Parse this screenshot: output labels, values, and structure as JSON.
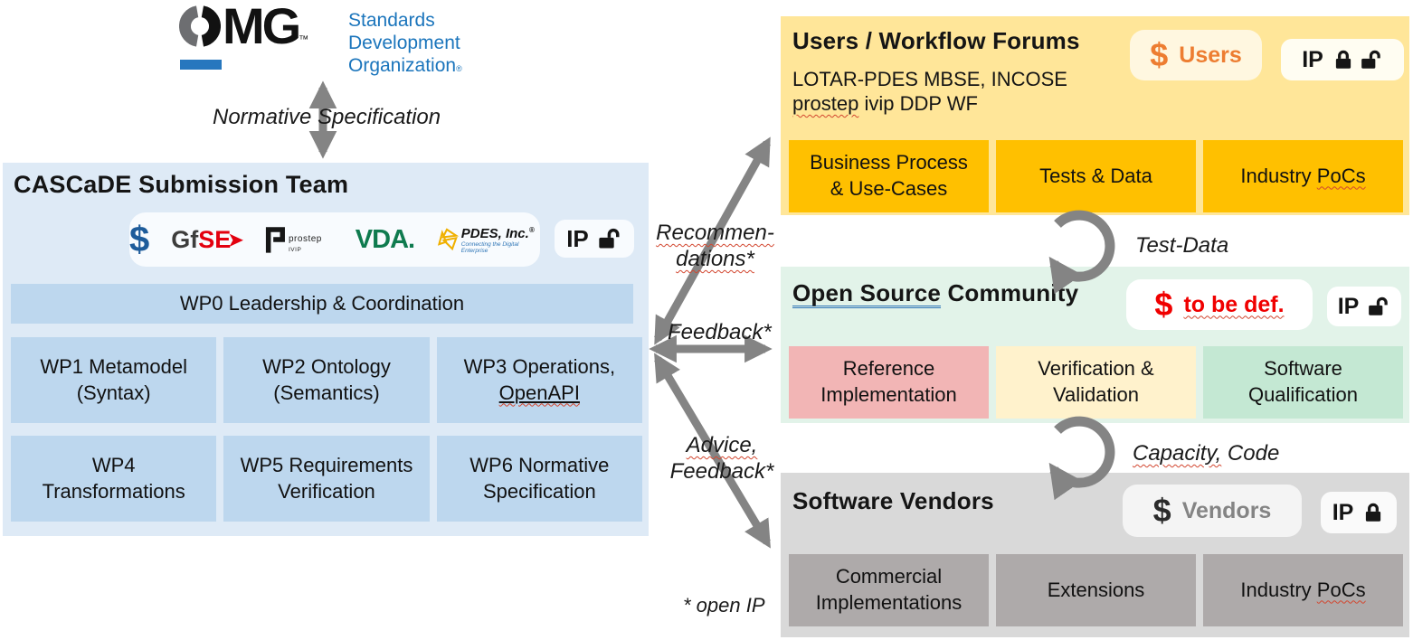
{
  "colors": {
    "cascade_bg": "#DEEAF6",
    "wp_bg": "#BDD7EE",
    "users_bg": "#FFE699",
    "users_sub_bg": "#FFC000",
    "open_source_bg": "#E2F3E9",
    "reference_pink": "#F2B5B5",
    "verification_yellow": "#FFF2CC",
    "qualification_green": "#C4E8D3",
    "vendors_bg": "#D9D9D9",
    "vendors_sub_bg": "#AEAAAA",
    "arrow_gray": "#848484",
    "users_orange": "#ED7D31",
    "funding_red": "#FF0000",
    "omg_blue": "#1B75BC",
    "cascade_dollar_blue": "#1E5C9B",
    "vda_green": "#0F7B4F",
    "gfse_red": "#E3000F"
  },
  "omg": {
    "wordmark_mg": "MG",
    "tm": "™",
    "subtitle_line1": "Standards",
    "subtitle_line2": "Development",
    "subtitle_line3": "Organization",
    "reg": "®"
  },
  "connections": {
    "normative": "Normative Specification",
    "recommendations_line1": "Recommen-",
    "recommendations_line2": "dations*",
    "feedback": "Feedback*",
    "advice_line1": "Advice,",
    "advice_line2": "Feedback*",
    "test_data": "Test-Data",
    "capacity_sq": "Capacity,",
    "capacity_rest": " Code",
    "open_ip_note": "* open IP"
  },
  "cascade": {
    "title": "CASCaDE Submission Team",
    "ip_label": "IP",
    "logos": {
      "dollar": "$",
      "gfse_dark": "Gf",
      "gfse_red": "SE",
      "prostep_name": "prostep",
      "prostep_suffix": "IVIP",
      "vda": "VDA.",
      "pdes_name": "PDES, Inc.",
      "pdes_reg": "®",
      "pdes_tagline": "Connecting the Digital Enterprise"
    },
    "wp0": "WP0 Leadership & Coordination",
    "wp1": "WP1 Metamodel\n(Syntax)",
    "wp2": "WP2 Ontology\n(Semantics)",
    "wp3_line1": "WP3  Operations,",
    "wp3_link": "OpenAPI",
    "wp4": "WP4\nTransformations",
    "wp5": "WP5 Requirements\nVerification",
    "wp6": "WP6 Normative\nSpecification"
  },
  "users": {
    "title": "Users / Workflow Forums",
    "members_line1": "LOTAR-PDES MBSE, INCOSE",
    "members_line2_sq": "prostep",
    "members_line2_rest": " ivip DDP WF",
    "funding_dollar": "$",
    "funding_label": "Users",
    "ip_label": "IP",
    "box1": "Business Process\n& Use-Cases",
    "box2": "Tests & Data",
    "box3_pre": "Industry ",
    "box3_sq": "PoCs"
  },
  "open_source": {
    "title_underlined": "Open Source",
    "title_rest": " Community",
    "funding_dollar": "$",
    "funding_label": "to be def.",
    "ip_label": "IP",
    "box1": "Reference\nImplementation",
    "box2": "Verification &\nValidation",
    "box3": "Software\nQualification"
  },
  "vendors": {
    "title": "Software Vendors",
    "funding_dollar": "$",
    "funding_label": "Vendors",
    "ip_label": "IP",
    "box1": "Commercial\nImplementations",
    "box2": "Extensions",
    "box3_pre": "Industry ",
    "box3_sq": "PoCs"
  }
}
